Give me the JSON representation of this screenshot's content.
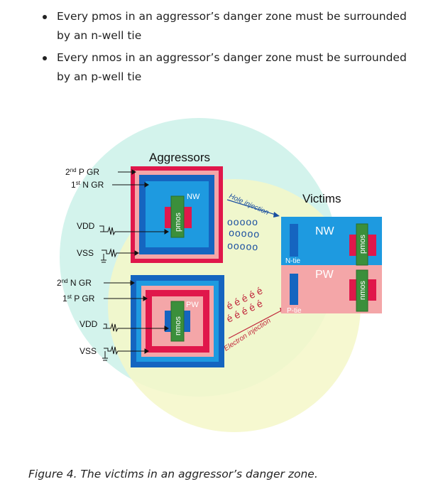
{
  "bullets": [
    {
      "line1": "Every pmos in an aggressor’s danger zone must be surrounded",
      "line2": "by an n-well tie"
    },
    {
      "line1": "Every nmos in an aggressor’s danger zone must be surrounded",
      "line2": "by an p-well tie"
    }
  ],
  "figure": {
    "aggressors_title": "Aggressors",
    "victims_title": "Victims",
    "labels": {
      "second_p_gr_num": "2",
      "second_p_gr_sup": "nd",
      "second_p_gr_text": " P GR",
      "first_n_gr_num": "1",
      "first_n_gr_sup": "st",
      "first_n_gr_text": " N GR",
      "second_n_gr_num": "2",
      "second_n_gr_sup": "nd",
      "second_n_gr_text": " N GR",
      "first_p_gr_num": "1",
      "first_p_gr_sup": "st",
      "first_p_gr_text": " P GR",
      "vdd_top": "VDD",
      "vss_top": "VSS",
      "vdd_bottom": "VDD",
      "vss_bottom": "VSS"
    },
    "nw_aggr": "NW",
    "pw_aggr": "PW",
    "pmos_aggr": "pmos",
    "nmos_aggr": "nmos",
    "hole_injection": "Hole injection",
    "electron_injection": "Electron injection",
    "holes": "ooooo",
    "electrons": "é é é é é",
    "victim_nw": "NW",
    "victim_pw": "PW",
    "n_tie": "N-tie",
    "p_tie": "P-tie",
    "pmos_victim": "pmos",
    "nmos_victim": "nmos",
    "colors": {
      "nwell_blue": "#1e9ae0",
      "pwell_pink": "#f4a6a8",
      "guard_red": "#e0174b",
      "deep_blue": "#1565c0",
      "gate_green": "#3b8f3b",
      "zone_cyan": "#d3f3ec",
      "zone_yellow": "#f4f7c8"
    }
  },
  "caption": "Figure 4. The victims in an aggressor’s danger zone."
}
